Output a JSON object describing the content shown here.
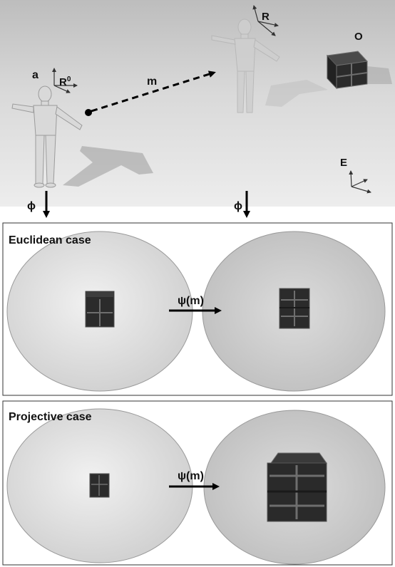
{
  "scene": {
    "agent_label": "a",
    "start_frame_label": "R",
    "start_frame_superscript": "0",
    "motion_label": "m",
    "end_frame_label": "R",
    "object_label": "O",
    "world_frame_label": "E",
    "projection_left": "ϕ",
    "projection_right": "ϕ"
  },
  "euclidean": {
    "title": "Euclidean case",
    "transform_label": "ψ(m)"
  },
  "projective": {
    "title": "Projective case",
    "transform_label": "ψ(m)"
  },
  "colors": {
    "scene_sky": "#c9c9c9",
    "scene_floor": "#e4e4e4",
    "sphere_fill": "#d6d6d6",
    "cube_dark": "#2b2b2b",
    "cube_line": "#6e6e6e",
    "figure": "#d9d9d9"
  }
}
